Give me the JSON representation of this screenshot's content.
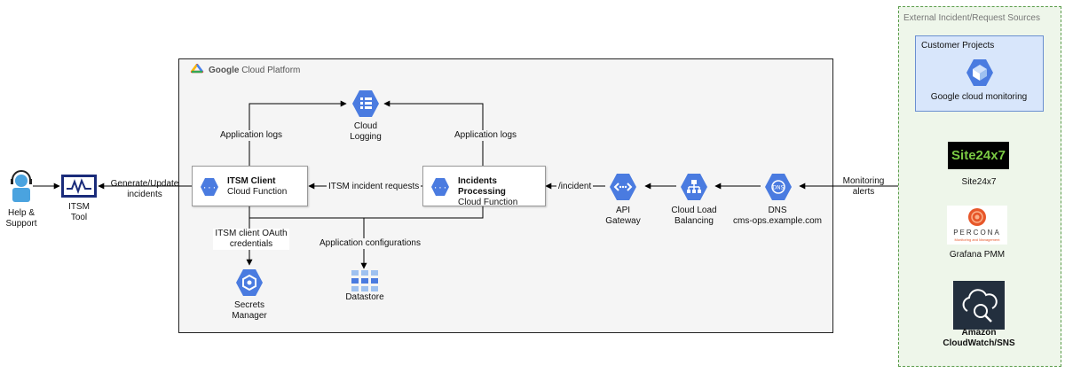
{
  "gcp": {
    "title_bold": "Google",
    "title_rest": " Cloud Platform"
  },
  "external": {
    "title": "External Incident/Request Sources",
    "customer_projects": "Customer Projects",
    "gcm": "Google cloud monitoring",
    "site24x7_logo": "Site24x7",
    "site24x7": "Site24x7",
    "percona_logo": "PERCONA",
    "percona_tagline": "Monitoring and Management",
    "grafana": "Grafana PMM",
    "aws": "Amazon CloudWatch/SNS"
  },
  "nodes": {
    "help": "Help & Support",
    "itsm_tool": "ITSM Tool",
    "itsm_client_title": "ITSM Client",
    "itsm_client_sub": "Cloud Function",
    "inc_title": "Incidents Processing",
    "inc_sub": "Cloud Function",
    "logging": "Cloud Logging",
    "secrets": "Secrets Manager",
    "datastore": "Datastore",
    "api_gw": "API Gateway",
    "clb": "Cloud Load Balancing",
    "dns": "DNS",
    "dns_host": "cms-ops.example.com"
  },
  "edges": {
    "generate_update": "Generate/Update incidents",
    "app_logs_left": "Application logs",
    "app_logs_right": "Application logs",
    "itsm_requests": "ITSM incident requests",
    "incident_path": "/incident",
    "monitoring_alerts": "Monitoring alerts",
    "oauth": "ITSM client OAuth credentials",
    "app_config": "Application configurations"
  },
  "colors": {
    "gcp_blue": "#4a7be0",
    "gcp_panel": "#f5f5f5",
    "ext_bg": "#eef6ea",
    "ext_border": "#5a9c4a",
    "customer_bg": "#d8e6fb",
    "customer_border": "#6a8fd0",
    "itsm_navy": "#1a2b7a",
    "aws_bg": "#232f3e"
  },
  "icons": [
    "person-icon",
    "itsm-tool-icon",
    "cloud-functions-icon",
    "cloud-logging-icon",
    "secrets-manager-icon",
    "datastore-icon",
    "api-gateway-icon",
    "cloud-load-balancing-icon",
    "cloud-dns-icon",
    "gcm-icon",
    "site24x7-logo",
    "percona-logo",
    "cloudwatch-icon"
  ]
}
